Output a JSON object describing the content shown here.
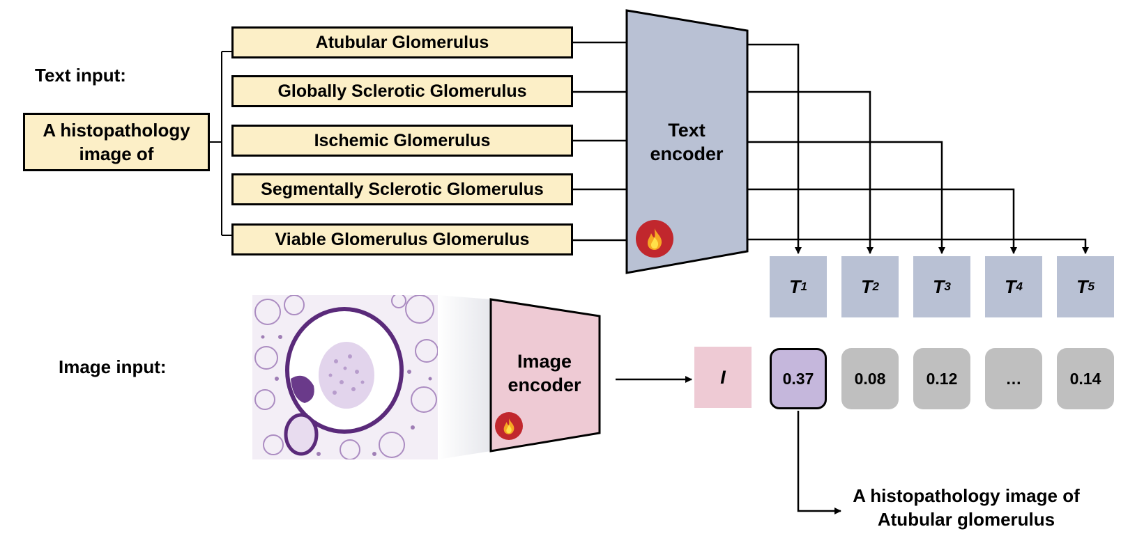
{
  "text_input_label": "Text input:",
  "image_input_label": "Image input:",
  "prompt_prefix": "A histopathology image of",
  "classes": [
    "Atubular Glomerulus",
    "Globally Sclerotic Glomerulus",
    "Ischemic Glomerulus",
    "Segmentally Sclerotic Glomerulus",
    "Viable Glomerulus Glomerulus"
  ],
  "text_encoder_label": "Text encoder",
  "image_encoder_label": "Image encoder",
  "text_embeddings": [
    {
      "symbol": "T",
      "index": "1"
    },
    {
      "symbol": "T",
      "index": "2"
    },
    {
      "symbol": "T",
      "index": "3"
    },
    {
      "symbol": "T",
      "index": "4"
    },
    {
      "symbol": "T",
      "index": "5"
    }
  ],
  "image_embedding": "I",
  "scores": [
    "0.37",
    "0.08",
    "0.12",
    "…",
    "0.14"
  ],
  "best_index": 0,
  "result": "A histopathology image of Atubular glomerulus",
  "colors": {
    "class_fill": "#fcefc7",
    "text_encoder_fill": "#b9c1d4",
    "image_encoder_fill": "#eecad4",
    "best_score_fill": "#c5b7dc",
    "score_fill": "#bfbfbf",
    "flame_red": "#c1272d"
  },
  "icons": {
    "trainable": "flame-icon"
  }
}
